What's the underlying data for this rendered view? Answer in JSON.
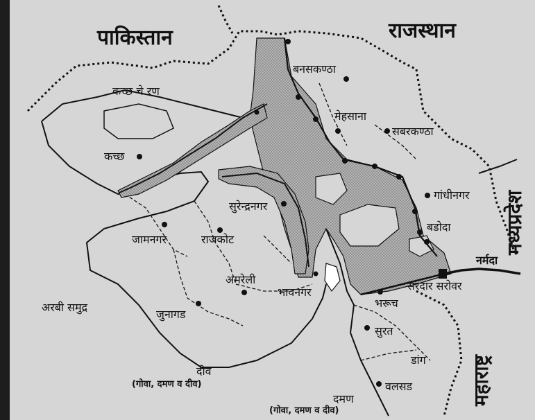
{
  "map": {
    "neighbors": {
      "pakistan": "पाकिस्तान",
      "rajasthan": "राजस्थान",
      "madhya_pradesh": "मध्यप्रदेश",
      "maharashtra": "महाराष्ट्र"
    },
    "water": {
      "arabian_sea": "अरबी समुद्र",
      "rann": "कच्छ चे रण",
      "narmada": "नर्मदा",
      "sardar_sarovar": "सरदार सरोवर"
    },
    "places": {
      "kutch": "कच्छ",
      "banaskantha": "बनसकण्ठा",
      "mehsana": "मेहसाना",
      "sabarkantha": "सबरकण्ठा",
      "gandhinagar": "गांधीनगर",
      "surendranagar": "सुरेन्द्रनगर",
      "jamnagar": "जामनगर",
      "rajkot": "राजकोट",
      "amreli": "अमरेली",
      "bhavnagar": "भावनगर",
      "junagad": "जुनागड",
      "vadodara": "बडोदा",
      "bharuch": "भरूच",
      "surat": "सुरत",
      "dang": "डांग",
      "valsad": "वलसड",
      "diu": "दीव",
      "diu_ut": "(गोवा, दमण व दीव)",
      "daman": "दमण",
      "daman_ut": "(गोवा, दमण व दीव)"
    },
    "colors": {
      "land": "#d6d6d6",
      "canal_fill": "#a8a8a8",
      "boundary": "#111111"
    }
  }
}
